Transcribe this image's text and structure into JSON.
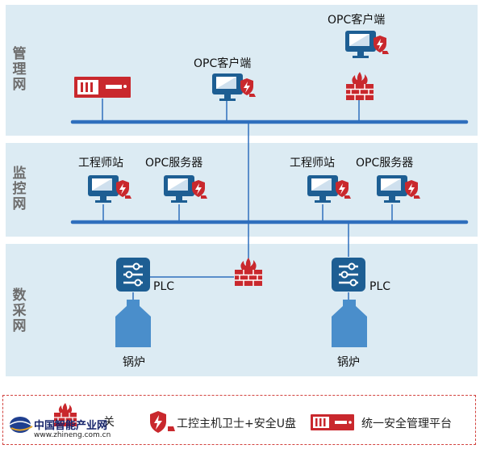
{
  "zones": {
    "management": "管理网",
    "monitoring": "监控网",
    "acquisition": "数采网"
  },
  "nodes": {
    "opc_client_top": "OPC客户端",
    "opc_client_mid": "OPC客户端",
    "engineer_station_1": "工程师站",
    "opc_server_1": "OPC服务器",
    "engineer_station_2": "工程师站",
    "opc_server_2": "OPC服务器",
    "plc_1": "PLC",
    "plc_2": "PLC",
    "boiler_1": "锅炉",
    "boiler_2": "锅炉"
  },
  "legend": {
    "firewall_partial": "关",
    "host_guard": "工控主机卫士+安全U盘",
    "platform": "统一安全管理平台"
  },
  "logo": {
    "name": "中国智能产业网",
    "url": "www.zhineng.com.cn"
  },
  "colors": {
    "zone_bg": "#dcebf3",
    "bus_blue": "#2f6fbd",
    "device_blue": "#1d5e93",
    "security_red": "#c9282d"
  },
  "icons": {
    "computer": "monitor-shield-icon",
    "firewall": "firewall-icon",
    "plc": "plc-controller-icon",
    "boiler": "boiler-tank-icon",
    "platform": "security-platform-icon"
  }
}
